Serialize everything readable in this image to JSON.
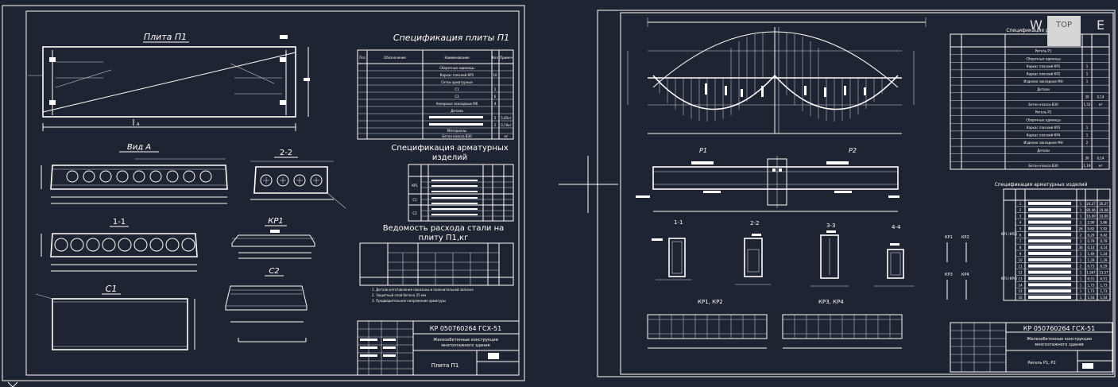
{
  "sheet_left": {
    "title_plate": "Плита П1",
    "view_a": "Вид А",
    "sec_11": "1-1",
    "sec_22": "2-2",
    "c1": "С1",
    "c2": "С2",
    "kr1": "КР1",
    "spec_title": "Спецификация плиты П1",
    "spec_headers": [
      "Поз",
      "Обозначение",
      "Наименование",
      "Кол",
      "Примеч"
    ],
    "spec_rows": [
      {
        "name": "Сборочные единицы",
        "qty": "",
        "note": ""
      },
      {
        "name": "Каркас плоский КР1",
        "qty": "10",
        "note": ""
      },
      {
        "name": "Сетки арматурные",
        "qty": "",
        "note": ""
      },
      {
        "name": "С1",
        "qty": "1",
        "note": ""
      },
      {
        "name": "С2",
        "qty": "6",
        "note": ""
      },
      {
        "name": "Анкерные закладные М6",
        "qty": "4",
        "note": ""
      },
      {
        "name": "Детали",
        "qty": "",
        "note": ""
      },
      {
        "name": "",
        "qty": "5",
        "note": "5,85кг"
      },
      {
        "name": "",
        "qty": "2",
        "note": "0,74кг"
      },
      {
        "name": "Материалы",
        "qty": "",
        "note": ""
      },
      {
        "name": "Бетон класса B30",
        "qty": "",
        "note": "м³"
      }
    ],
    "spec2_title_1": "Спецификация арматурных",
    "spec2_title_2": "изделий",
    "spec2_groups": [
      "КР1",
      "С1",
      "С2"
    ],
    "vedomost_title_1": "Ведомость расхода стали на",
    "vedomost_title_2": "плиту П1,кг",
    "notes": [
      "1. Детали изготовления показаны в пояснительной записке",
      "2. Защитный слой бетона 25 мм",
      "3. Предварительное напряжение арматуры"
    ],
    "stamp_code": "КР 050760264 ГСХ-51",
    "stamp_desc_1": "Железобетонные конструкции",
    "stamp_desc_2": "многоэтажного здания",
    "stamp_title": "Плита П1"
  },
  "sheet_right": {
    "p1": "Р1",
    "p2": "Р2",
    "sec_11": "1-1",
    "sec_22": "2-2",
    "sec_33": "3-3",
    "sec_44": "4-4",
    "kr12": "КР1, КР2",
    "kr34": "КР3, КР4",
    "kr1": "КР1",
    "kr2": "КР2",
    "kr3": "КР3",
    "kr4": "КР4",
    "spec_title": "Спецификация ригеля",
    "spec_rows": [
      {
        "name": "Ригель Р1",
        "qty": ""
      },
      {
        "name": "Сборочные единицы",
        "qty": ""
      },
      {
        "name": "Каркас плоский КР1",
        "qty": "1"
      },
      {
        "name": "Каркас плоский КР2",
        "qty": "1"
      },
      {
        "name": "Изделие закладное МН",
        "qty": "1"
      },
      {
        "name": "Детали",
        "qty": ""
      },
      {
        "name": "",
        "qty": "30",
        "note": "0,14"
      },
      {
        "name": "Бетон класса В30",
        "qty": "1,53",
        "note": "м³"
      },
      {
        "name": "Ригель Р2",
        "qty": ""
      },
      {
        "name": "Сборочные единицы",
        "qty": ""
      },
      {
        "name": "Каркас плоский КР3",
        "qty": "1"
      },
      {
        "name": "Каркас плоский КР4",
        "qty": "1"
      },
      {
        "name": "Изделие закладное МН",
        "qty": "2"
      },
      {
        "name": "Детали",
        "qty": ""
      },
      {
        "name": "",
        "qty": "30",
        "note": "0,14"
      },
      {
        "name": "Бетон класса В30",
        "qty": "1,19",
        "note": "м³"
      }
    ],
    "spec2_title": "Спецификация арматурных изделий",
    "spec2_rows": [
      [
        "1",
        "1",
        "24,27",
        "26,27"
      ],
      [
        "2",
        "1",
        "80,46",
        "20,08"
      ],
      [
        "3",
        "1",
        "10,00",
        "10,00"
      ],
      [
        "4",
        "1",
        "2,90",
        "5,86"
      ],
      [
        "5",
        "26",
        "0,62",
        "5,92"
      ],
      [
        "6",
        "2",
        "6,29",
        "9,42"
      ],
      [
        "7",
        "1",
        "0,79",
        "0,79"
      ],
      [
        "8",
        "30",
        "0,14",
        "4,14"
      ],
      [
        "9",
        "1",
        "1,49",
        "1,24"
      ],
      [
        "10",
        "1",
        "1,29",
        "1,29"
      ],
      [
        "11",
        "2",
        "0,73",
        "6,19"
      ],
      [
        "12",
        "1",
        "1,567",
        "13,57"
      ],
      [
        "13",
        "1",
        "6,51",
        "6,51"
      ],
      [
        "14",
        "1",
        "1,73",
        "1,73"
      ],
      [
        "15",
        "1",
        "1,73",
        "1,73"
      ],
      [
        "16",
        "1",
        "1,54",
        "1,54"
      ]
    ],
    "spec2_groups": [
      "КР1 (КР2)",
      "КР3 (КР4)"
    ],
    "stamp_code": "КР 050760264 ГСХ-51",
    "stamp_desc_1": "Железобетонные конструкции",
    "stamp_desc_2": "многоэтажного здания",
    "stamp_title": "Ригель Р1, Р2"
  },
  "nav": {
    "w": "W",
    "top": "TOP",
    "e": "E"
  }
}
